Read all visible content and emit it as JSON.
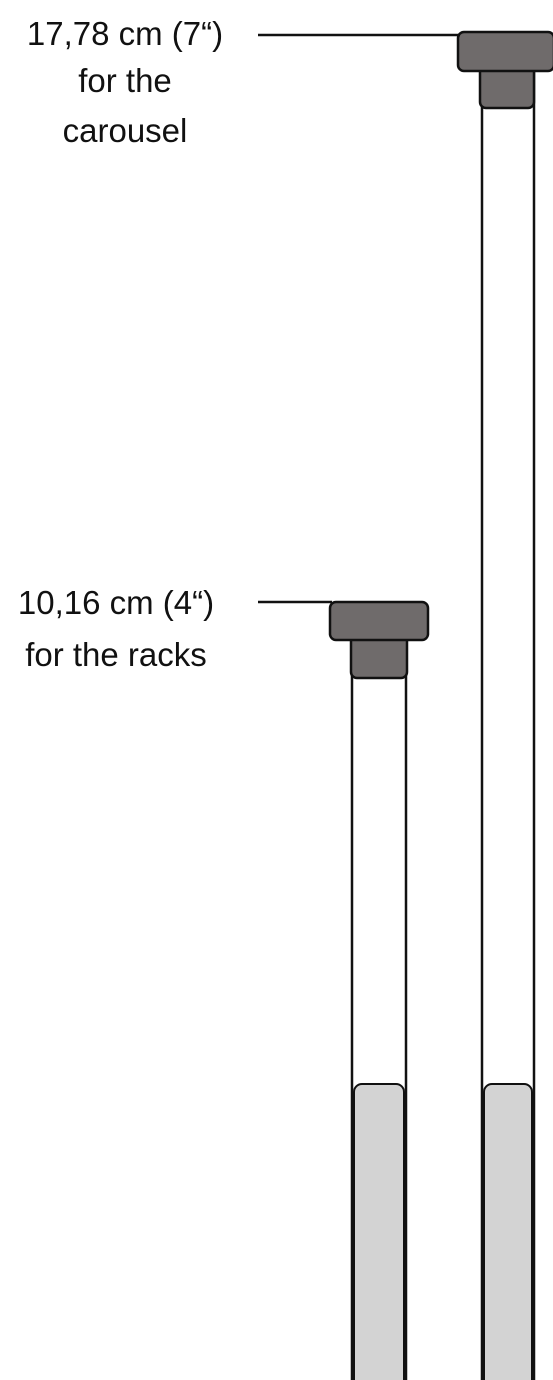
{
  "tall_tube": {
    "label_lines": [
      "17,78 cm (7“)",
      "for the",
      "carousel"
    ]
  },
  "short_tube": {
    "label_lines": [
      "10,16 cm (4“)",
      "for the racks"
    ]
  },
  "colors": {
    "cap": "#6f6b6b",
    "tube_body": "#ffffff",
    "sample_fill": "#d3d3d3",
    "outline": "#111111"
  }
}
